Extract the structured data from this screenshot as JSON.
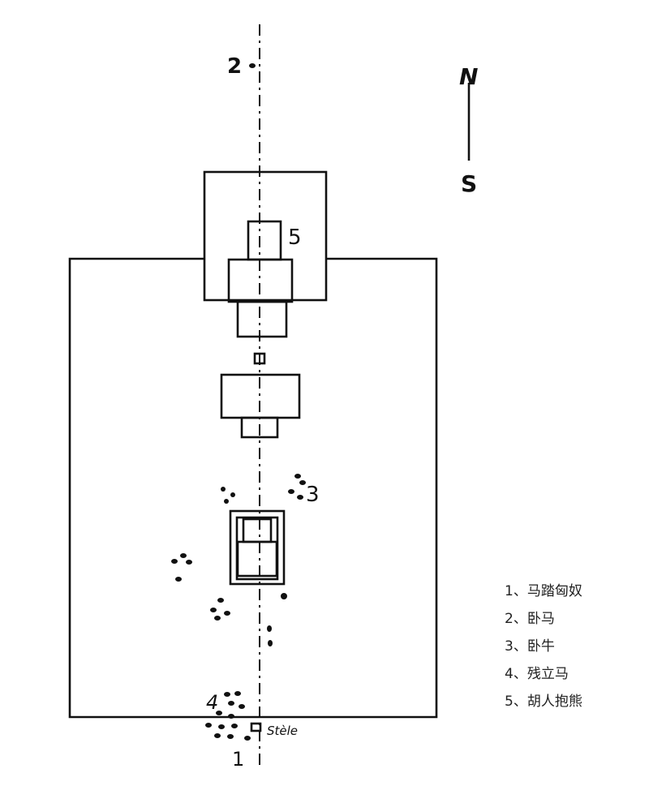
{
  "diagram": {
    "compass": {
      "north": "N",
      "south": "S"
    },
    "marker_labels": {
      "m1": "1",
      "m2": "2",
      "m3": "3",
      "m4": "4",
      "m5": "5"
    },
    "stele_label": "Stèle"
  },
  "legend": {
    "items": [
      {
        "text": "1、马踏匈奴"
      },
      {
        "text": "2、卧马"
      },
      {
        "text": "3、卧牛"
      },
      {
        "text": "4、残立马"
      },
      {
        "text": "5、胡人抱熊"
      }
    ]
  },
  "colors": {
    "ink": "#111111",
    "text": "#222222",
    "background": "#ffffff"
  }
}
